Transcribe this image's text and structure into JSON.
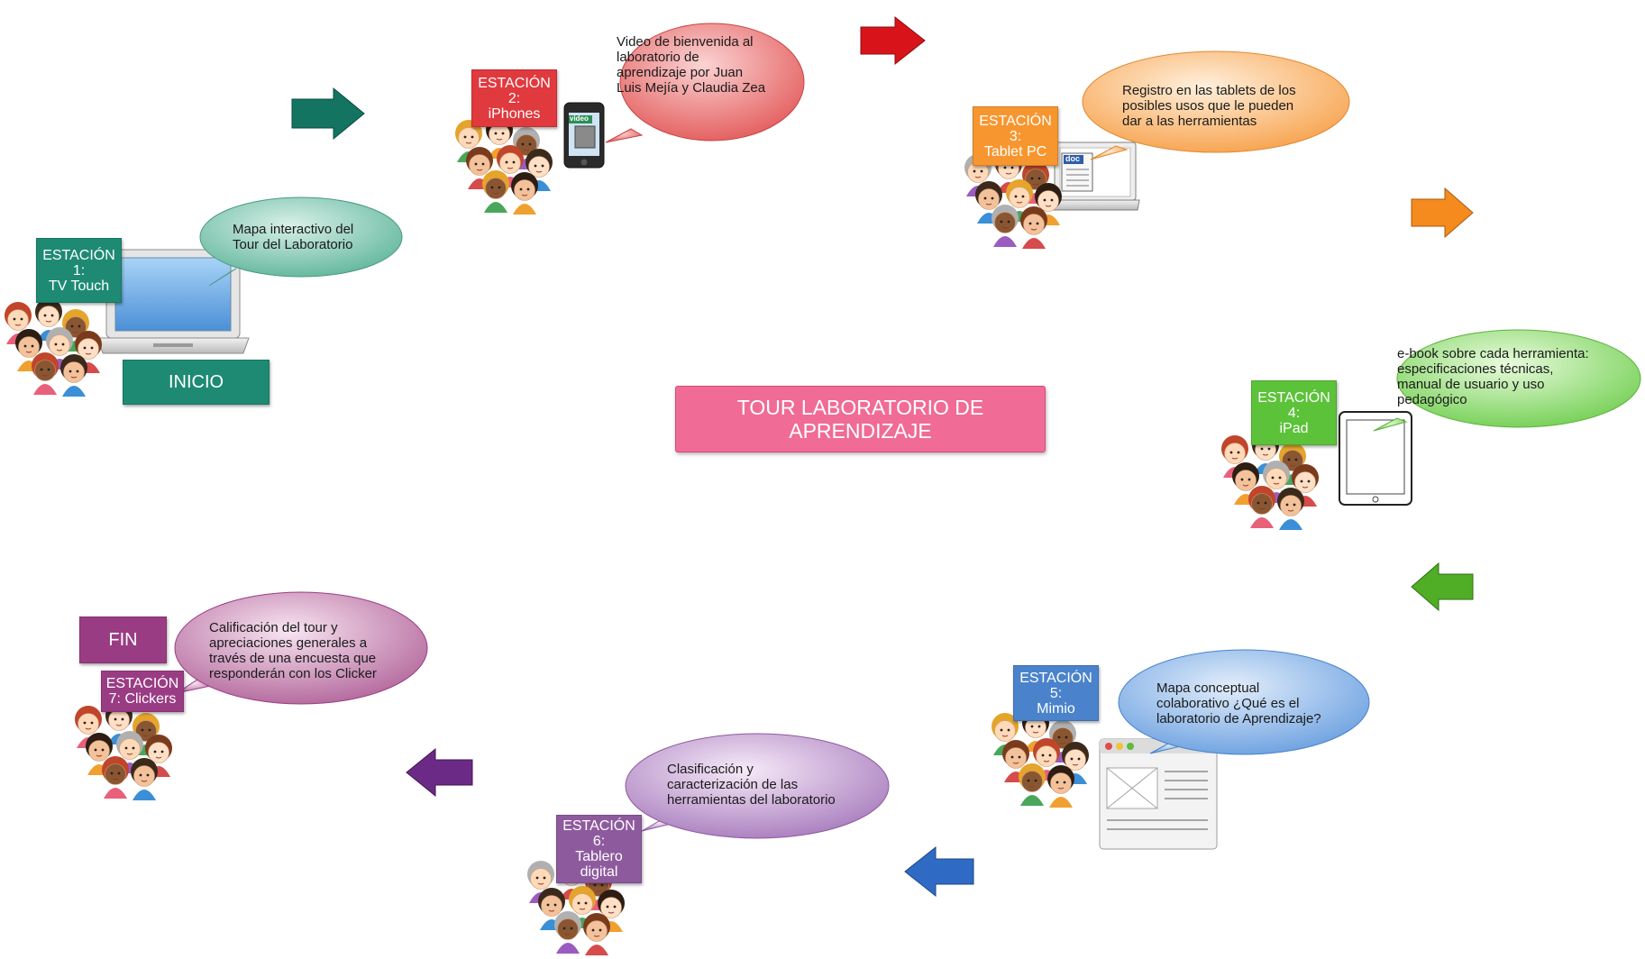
{
  "title": [
    "TOUR LABORATORIO DE",
    "APRENDIZAJE"
  ],
  "inicio_label": "INICIO",
  "fin_label": "FIN",
  "colors": {
    "station1": "#1e8a73",
    "station2": "#e0393e",
    "station3": "#f7962f",
    "station4": "#5cc23a",
    "station5": "#4a83cc",
    "station6": "#8e5a9e",
    "station7": "#9a3c84",
    "title": "#f06b96"
  },
  "stations": [
    {
      "lines": [
        "ESTACIÓN",
        "1:",
        "TV Touch"
      ],
      "bubble": [
        "Mapa interactivo del",
        "Tour del Laboratorio"
      ]
    },
    {
      "lines": [
        "ESTACIÓN",
        "2:",
        "iPhones"
      ],
      "bubble": [
        "Video de bienvenida al",
        "laboratorio de",
        "aprendizaje por Juan",
        "Luis Mejía y Claudia Zea"
      ]
    },
    {
      "lines": [
        "ESTACIÓN",
        "3:",
        "Tablet PC"
      ],
      "bubble": [
        "Registro en las tablets de los",
        "posibles usos que le pueden",
        "dar a las herramientas"
      ]
    },
    {
      "lines": [
        "ESTACIÓN",
        "4:",
        "iPad"
      ],
      "bubble": [
        "e-book sobre cada herramienta:",
        "especificaciones técnicas,",
        "manual de usuario y uso",
        "pedagógico"
      ]
    },
    {
      "lines": [
        "ESTACIÓN",
        "5:",
        "Mimio"
      ],
      "bubble": [
        "Mapa conceptual",
        "colaborativo ¿Qué es el",
        "laboratorio de Aprendizaje?"
      ]
    },
    {
      "lines": [
        "ESTACIÓN",
        "6:",
        "Tablero",
        "digital"
      ],
      "bubble": [
        "Clasificación y",
        "caracterización de las",
        "herramientas del laboratorio"
      ]
    },
    {
      "lines": [
        "ESTACIÓN",
        "7: Clickers"
      ],
      "bubble": [
        "Calificación del tour y",
        "apreciaciones generales a",
        "través de una encuesta que",
        "responderán con los Clicker"
      ]
    }
  ],
  "icons": {
    "iphone_screen_label": "video",
    "tablet_doc_label": "doc"
  }
}
